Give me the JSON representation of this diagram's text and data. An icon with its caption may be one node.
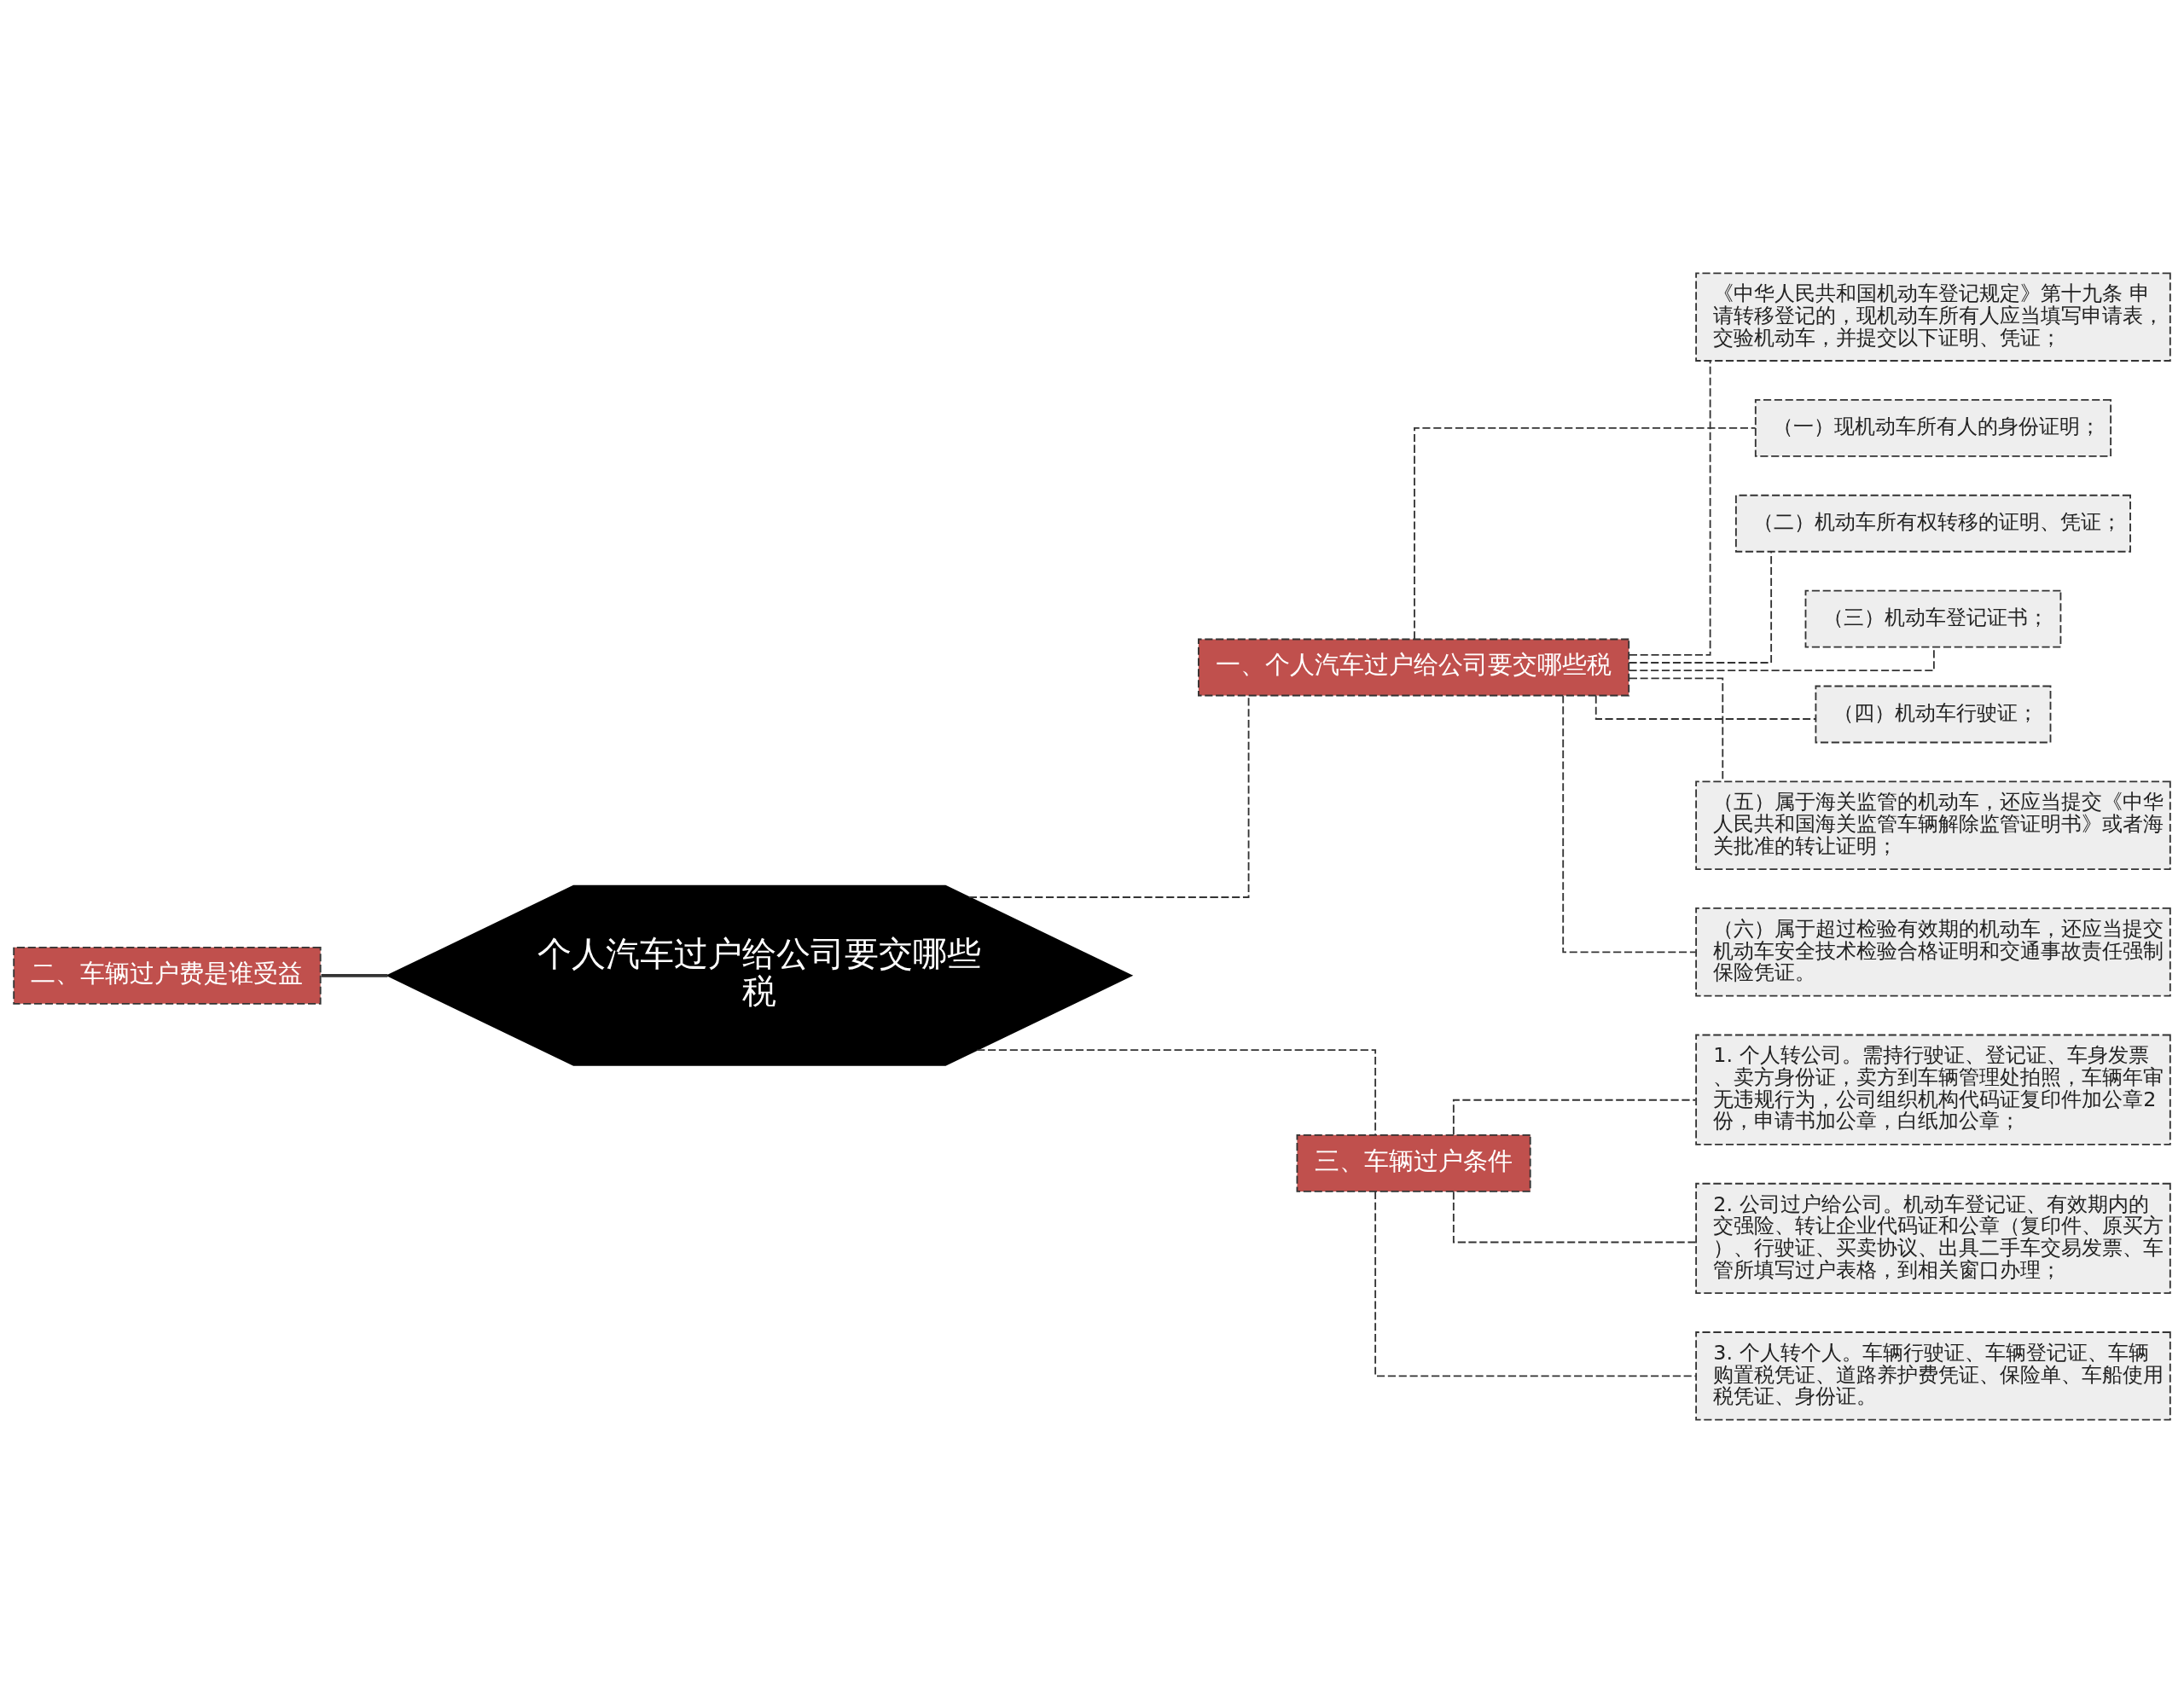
{
  "diagram": {
    "nodes": [
      {
        "text": [
          "个人汽车过户给公司要交哪些税"
        ]
      },
      {
        "text": [
          "一、个人汽车过户给公司要交哪些税"
        ]
      },
      {
        "text": [
          "《中华人民共和国机动车登记规定》第十九条 申请转移登记的，现机动车所有人应当填写申请表，交验机动车，并提交以下证明、凭证；"
        ]
      },
      {
        "text": [
          "（一）现机动车所有人的身份证明；"
        ]
      },
      {
        "text": [
          "（二）机动车所有权转移的证明、凭证；"
        ]
      },
      {
        "text": [
          "（三）机动车登记证书；"
        ]
      },
      {
        "text": [
          "（四）机动车行驶证；"
        ]
      },
      {
        "text": [
          "（五）属于海关监管的机动车，还应当提交《中华人民共和国海关监管车辆解除监管证明书》或者海关批准的转让证明；"
        ]
      },
      {
        "text": [
          "（六）属于超过检验有效期的机动车，还应当提交机动车安全技术检验合格证明和交通事故责任强制保险凭证。"
        ]
      },
      {
        "text": [
          "二、车辆过户费是谁受益"
        ]
      },
      {
        "text": [
          "三、车辆过户条件"
        ]
      },
      {
        "text": [
          "1. 个人转公司。需持行驶证、登记证、车身发票、卖方身份证，卖方到车辆管理处拍照，车辆年审无违规行为，公司组织机构代码证复印件加公章2份，申请书加公章，白纸加公章；"
        ]
      },
      {
        "text": [
          "2. 公司过户给公司。机动车登记证、有效期内的交强险、转让企业代码证和公章（复印件、原买方）、行驶证、买卖协议、出具二手车交易发票、车管所填写过户表格，到相关窗口办理；"
        ]
      },
      {
        "text": [
          "3. 个人转个人。车辆行驶证、车辆登记证、车辆购置税凭证、道路养护费凭证、保险单、车船使用税凭证、身份证。"
        ]
      }
    ],
    "edges": [
      {
        "from": 0,
        "to": 1,
        "arrow": "none",
        "style": "dashed"
      },
      {
        "from": 1,
        "to": 2,
        "arrow": "none",
        "style": "dashed"
      },
      {
        "from": 1,
        "to": 3,
        "arrow": "none",
        "style": "dashed"
      },
      {
        "from": 1,
        "to": 4,
        "arrow": "none",
        "style": "dashed"
      },
      {
        "from": 1,
        "to": 5,
        "arrow": "none",
        "style": "dashed"
      },
      {
        "from": 1,
        "to": 6,
        "arrow": "none",
        "style": "dashed"
      },
      {
        "from": 1,
        "to": 7,
        "arrow": "none",
        "style": "dashed"
      },
      {
        "from": 1,
        "to": 8,
        "arrow": "none",
        "style": "dashed"
      },
      {
        "from": 9,
        "to": 0,
        "arrow": "none"
      },
      {
        "from": 0,
        "to": 10,
        "arrow": "none",
        "style": "dashed"
      },
      {
        "from": 10,
        "to": 11,
        "arrow": "none",
        "style": "dashed"
      },
      {
        "from": 10,
        "to": 12,
        "arrow": "none",
        "style": "dashed"
      },
      {
        "from": 10,
        "to": 13,
        "arrow": "none",
        "style": "dashed"
      }
    ]
  }
}
